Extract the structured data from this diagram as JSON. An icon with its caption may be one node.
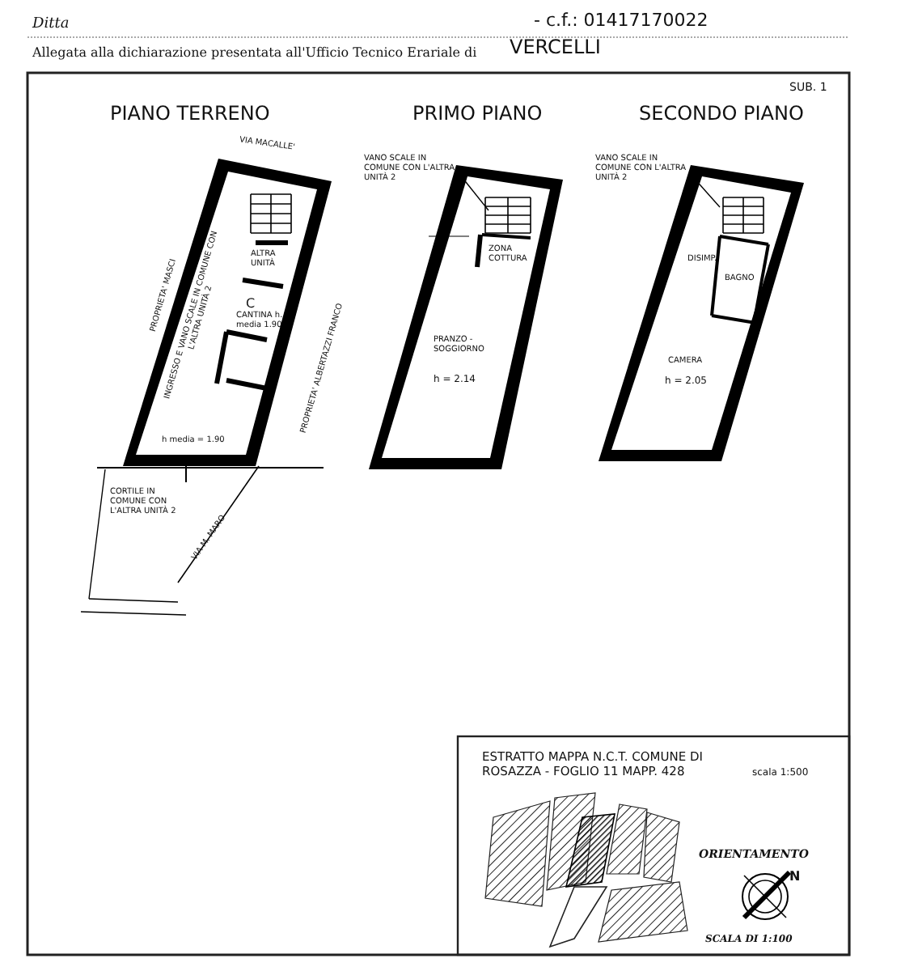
{
  "diagram": {
    "nodes": [
      {
        "text": [
          "VANO SCALE IN COMUNE CON L'ALTRA UNITÀ 2"
        ]
      },
      {
        "text": [
          "VANO SCALE IN COMUNE CON L'ALTRA UNITÀ 2"
        ]
      }
    ],
    "edges": [
      {
        "from": 0,
        "to": null,
        "arrow": "none"
      },
      {
        "from": 1,
        "to": null,
        "arrow": "none"
      }
    ],
    "labels": [
      "Ditta",
      "- c.f.: 01417170022",
      "Allegata alla dichiarazione presentata all'Ufficio Tecnico Erariale di",
      "VERCELLI",
      "SUB. 1",
      "PIANO TERRENO",
      "PRIMO PIANO",
      "SECONDO PIANO",
      "VIA MACALLE'",
      "PROPRIETA' MASCI",
      "ALTRA UNITÀ",
      "C",
      "CANTINA h. media 1.90",
      "INGRESSO E VANO SCALE IN COMUNE CON L'ALTRA UNITÀ 2",
      "PROPRIETA' ALBERTAZZI FRANCO",
      "h media = 1.90",
      "CORTILE IN COMUNE CON L'ALTRA UNITÀ 2",
      "VIA M. MARO",
      "ZONA COTTURA",
      "PRANZO - SOGGIORNO",
      "h = 2.14",
      "DISIMP.",
      "BAGNO",
      "CAMERA",
      "h = 2.05",
      "ESTRATTO MAPPA N.C.T. COMUNE DI ROSAZZA - FOGLIO 11 MAPP. 428",
      "scala 1:500",
      "ORIENTAMENTO",
      "N",
      "SCALA DI 1:100"
    ]
  }
}
